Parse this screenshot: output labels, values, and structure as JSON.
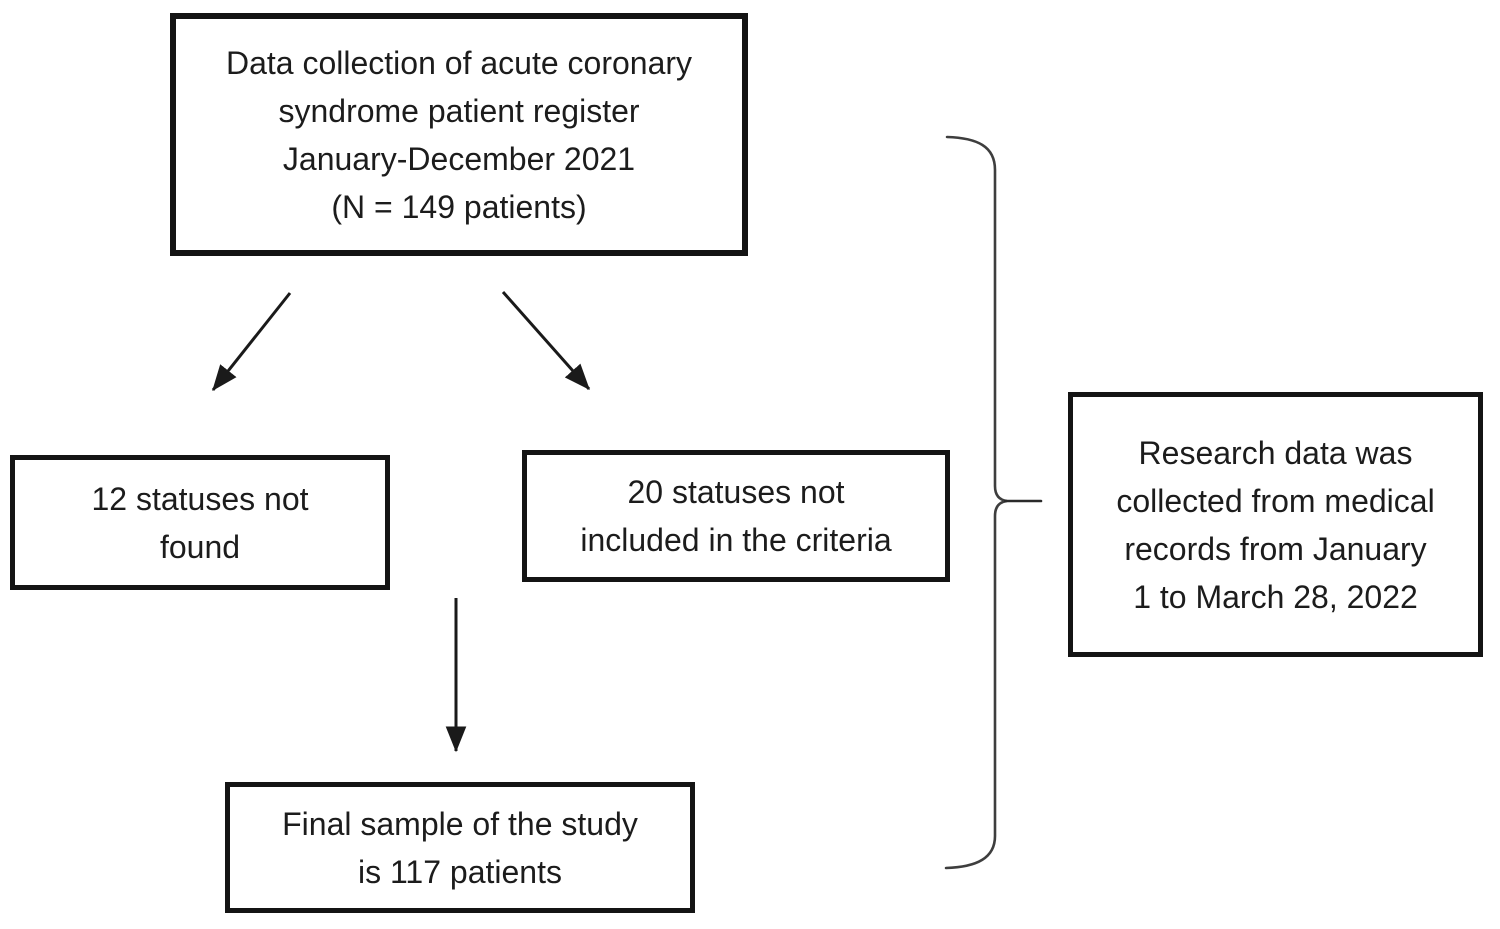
{
  "page": {
    "background_color": "#ffffff",
    "box_border_color": "#141414",
    "text_color": "#1c1c1c",
    "connector_color": "#1a1a1a",
    "brace_color": "#3e3e3e"
  },
  "flowchart": {
    "boxes": {
      "source": "Data collection of acute coronary\nsyndrome patient register\nJanuary-December 2021\n(N = 149 patients)",
      "excluded_not_found": "12 statuses not\nfound",
      "excluded_criteria": "20 statuses not\nincluded in the criteria",
      "final_sample": "Final sample of the study\nis 117 patients",
      "annotation": "Research data was\ncollected from medical\nrecords from January\n1 to March 28, 2022"
    }
  }
}
